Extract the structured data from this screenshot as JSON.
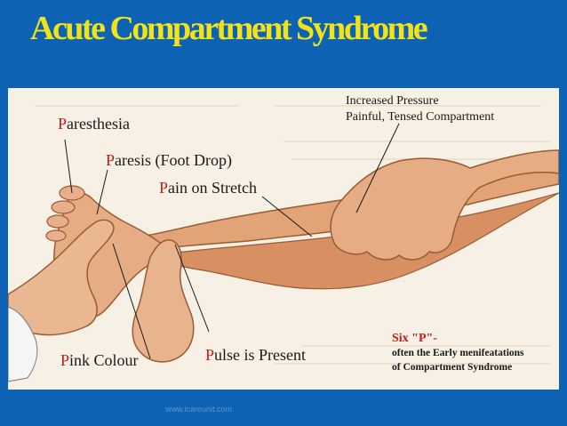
{
  "slide": {
    "title": "Acute Compartment Syndrome",
    "watermark": "www.icareunit.com"
  },
  "labels": [
    {
      "first": "P",
      "rest": "aresthesia"
    },
    {
      "first": "P",
      "rest": "aresis (Foot Drop)"
    },
    {
      "first": "P",
      "rest": "ain on Stretch"
    },
    {
      "first": "P",
      "rest": "ink Colour"
    },
    {
      "first": "P",
      "rest": "ulse is Present"
    }
  ],
  "pressure_note": {
    "line1": "Increased Pressure",
    "line2": "Painful, Tensed Compartment"
  },
  "six_p": {
    "heading": "Six \"P\"-",
    "line1": "often the Early menifeatations",
    "line2": "of Compartment Syndrome"
  },
  "colors": {
    "background": "#0d62b4",
    "title": "#f2e21a",
    "panel": "#f7f0e4",
    "letter_p": "#c61a1a"
  }
}
